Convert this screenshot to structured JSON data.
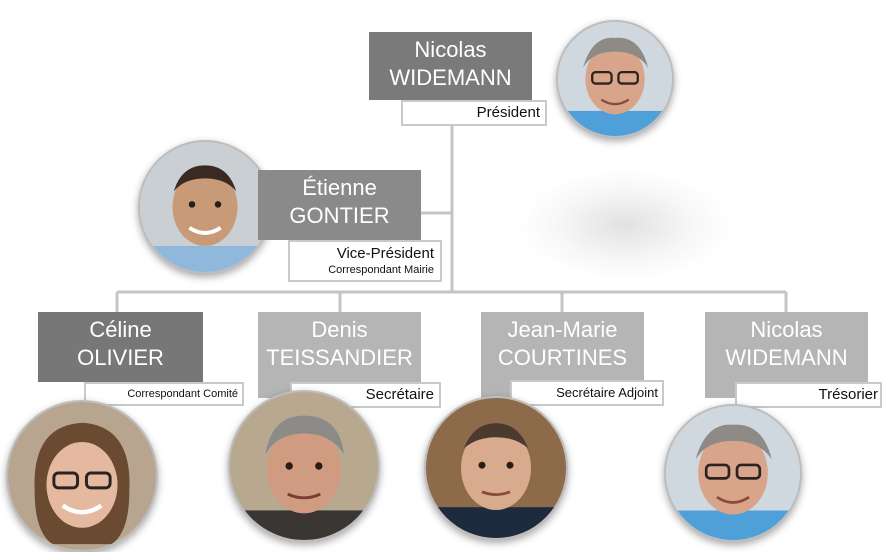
{
  "colors": {
    "president_box": "#7a7a7a",
    "vp_box": "#8a8a8a",
    "level3_dark": "#777777",
    "level3_light": "#b5b5b5",
    "connector": "#c4c4c4"
  },
  "president": {
    "first_name": "Nicolas",
    "last_name": "WIDEMANN",
    "role": "Président",
    "photo_icon": "portrait-icon"
  },
  "vice_president": {
    "first_name": "Étienne",
    "last_name": "GONTIER",
    "role": "Vice-Président",
    "role_secondary": "Correspondant Mairie",
    "photo_icon": "portrait-icon"
  },
  "members": [
    {
      "first_name": "Céline",
      "last_name": "OLIVIER",
      "role": "Correspondant Comité",
      "photo_icon": "portrait-icon"
    },
    {
      "first_name": "Denis",
      "last_name": "TEISSANDIER",
      "role": "Secrétaire",
      "photo_icon": "portrait-icon"
    },
    {
      "first_name": "Jean-Marie",
      "last_name": "COURTINES",
      "role": "Secrétaire Adjoint",
      "photo_icon": "portrait-icon"
    },
    {
      "first_name": "Nicolas",
      "last_name": "WIDEMANN",
      "role": "Trésorier",
      "photo_icon": "portrait-icon"
    }
  ]
}
